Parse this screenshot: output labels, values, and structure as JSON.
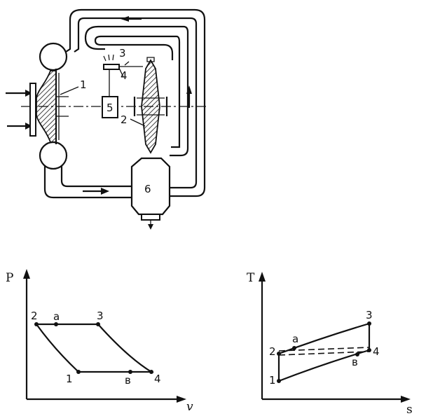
{
  "schematic": {
    "labels": {
      "compressor": "1",
      "turbine": "2",
      "nozzle": "3",
      "valve": "4",
      "device": "5",
      "chamber": "6"
    }
  },
  "pv_diagram": {
    "y_axis": "P",
    "x_axis": "v",
    "points": {
      "p1": "1",
      "p2": "2",
      "p3": "3",
      "p4": "4",
      "pa": "a",
      "pb": "в"
    }
  },
  "ts_diagram": {
    "y_axis": "T",
    "x_axis": "s",
    "points": {
      "p1": "1",
      "p2": "2",
      "p3": "3",
      "p4": "4",
      "pa": "a",
      "pb": "в"
    }
  }
}
